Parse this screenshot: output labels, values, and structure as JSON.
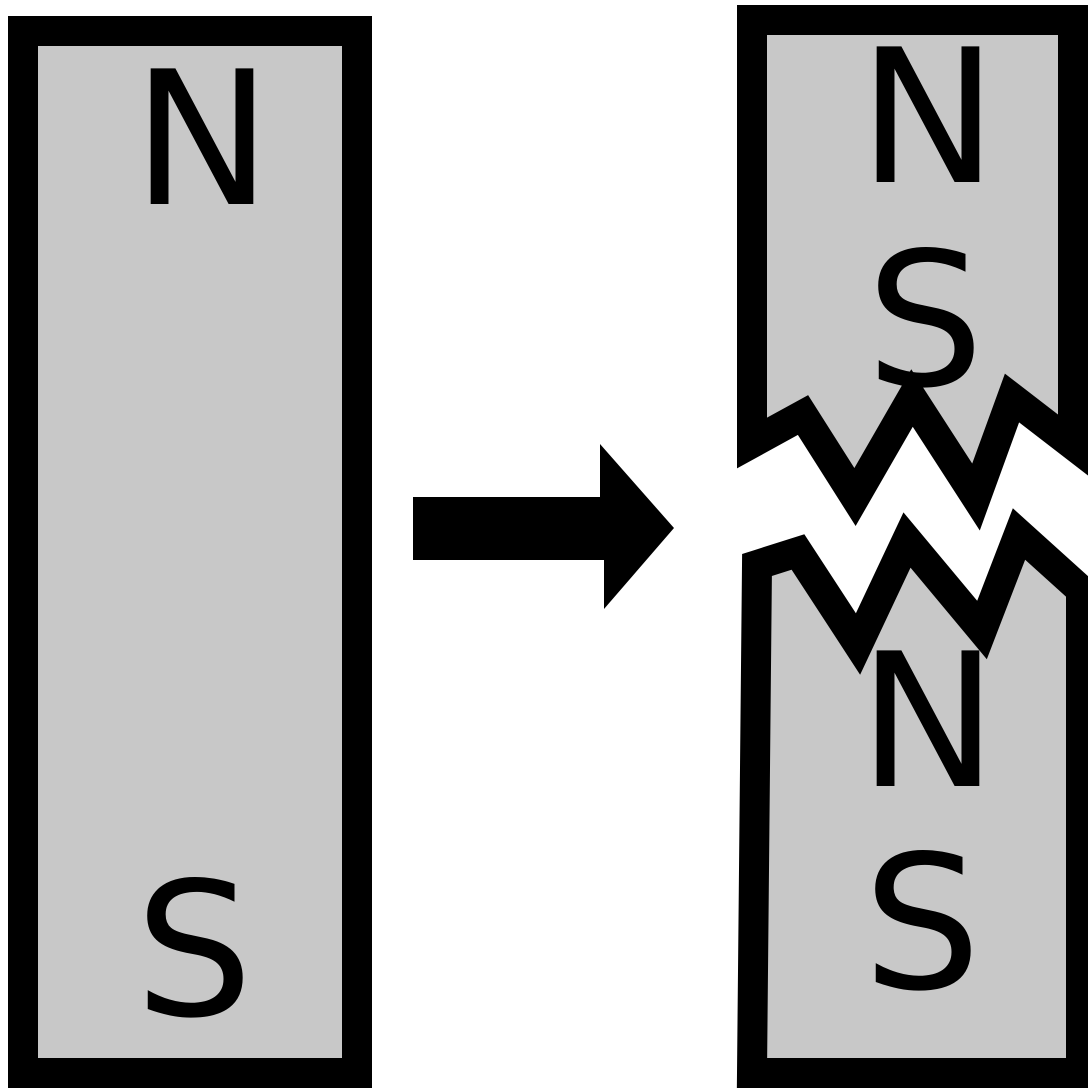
{
  "colors": {
    "magnet_fill": "#c8c8c8",
    "outline": "#000000",
    "arrow": "#000000",
    "background": "#ffffff"
  },
  "whole_magnet": {
    "north_label": "N",
    "south_label": "S"
  },
  "arrow": {
    "icon": "right-arrow-icon"
  },
  "broken_magnet": {
    "upper_piece": {
      "north_label": "N",
      "south_label": "S"
    },
    "lower_piece": {
      "north_label": "N",
      "south_label": "S"
    }
  }
}
